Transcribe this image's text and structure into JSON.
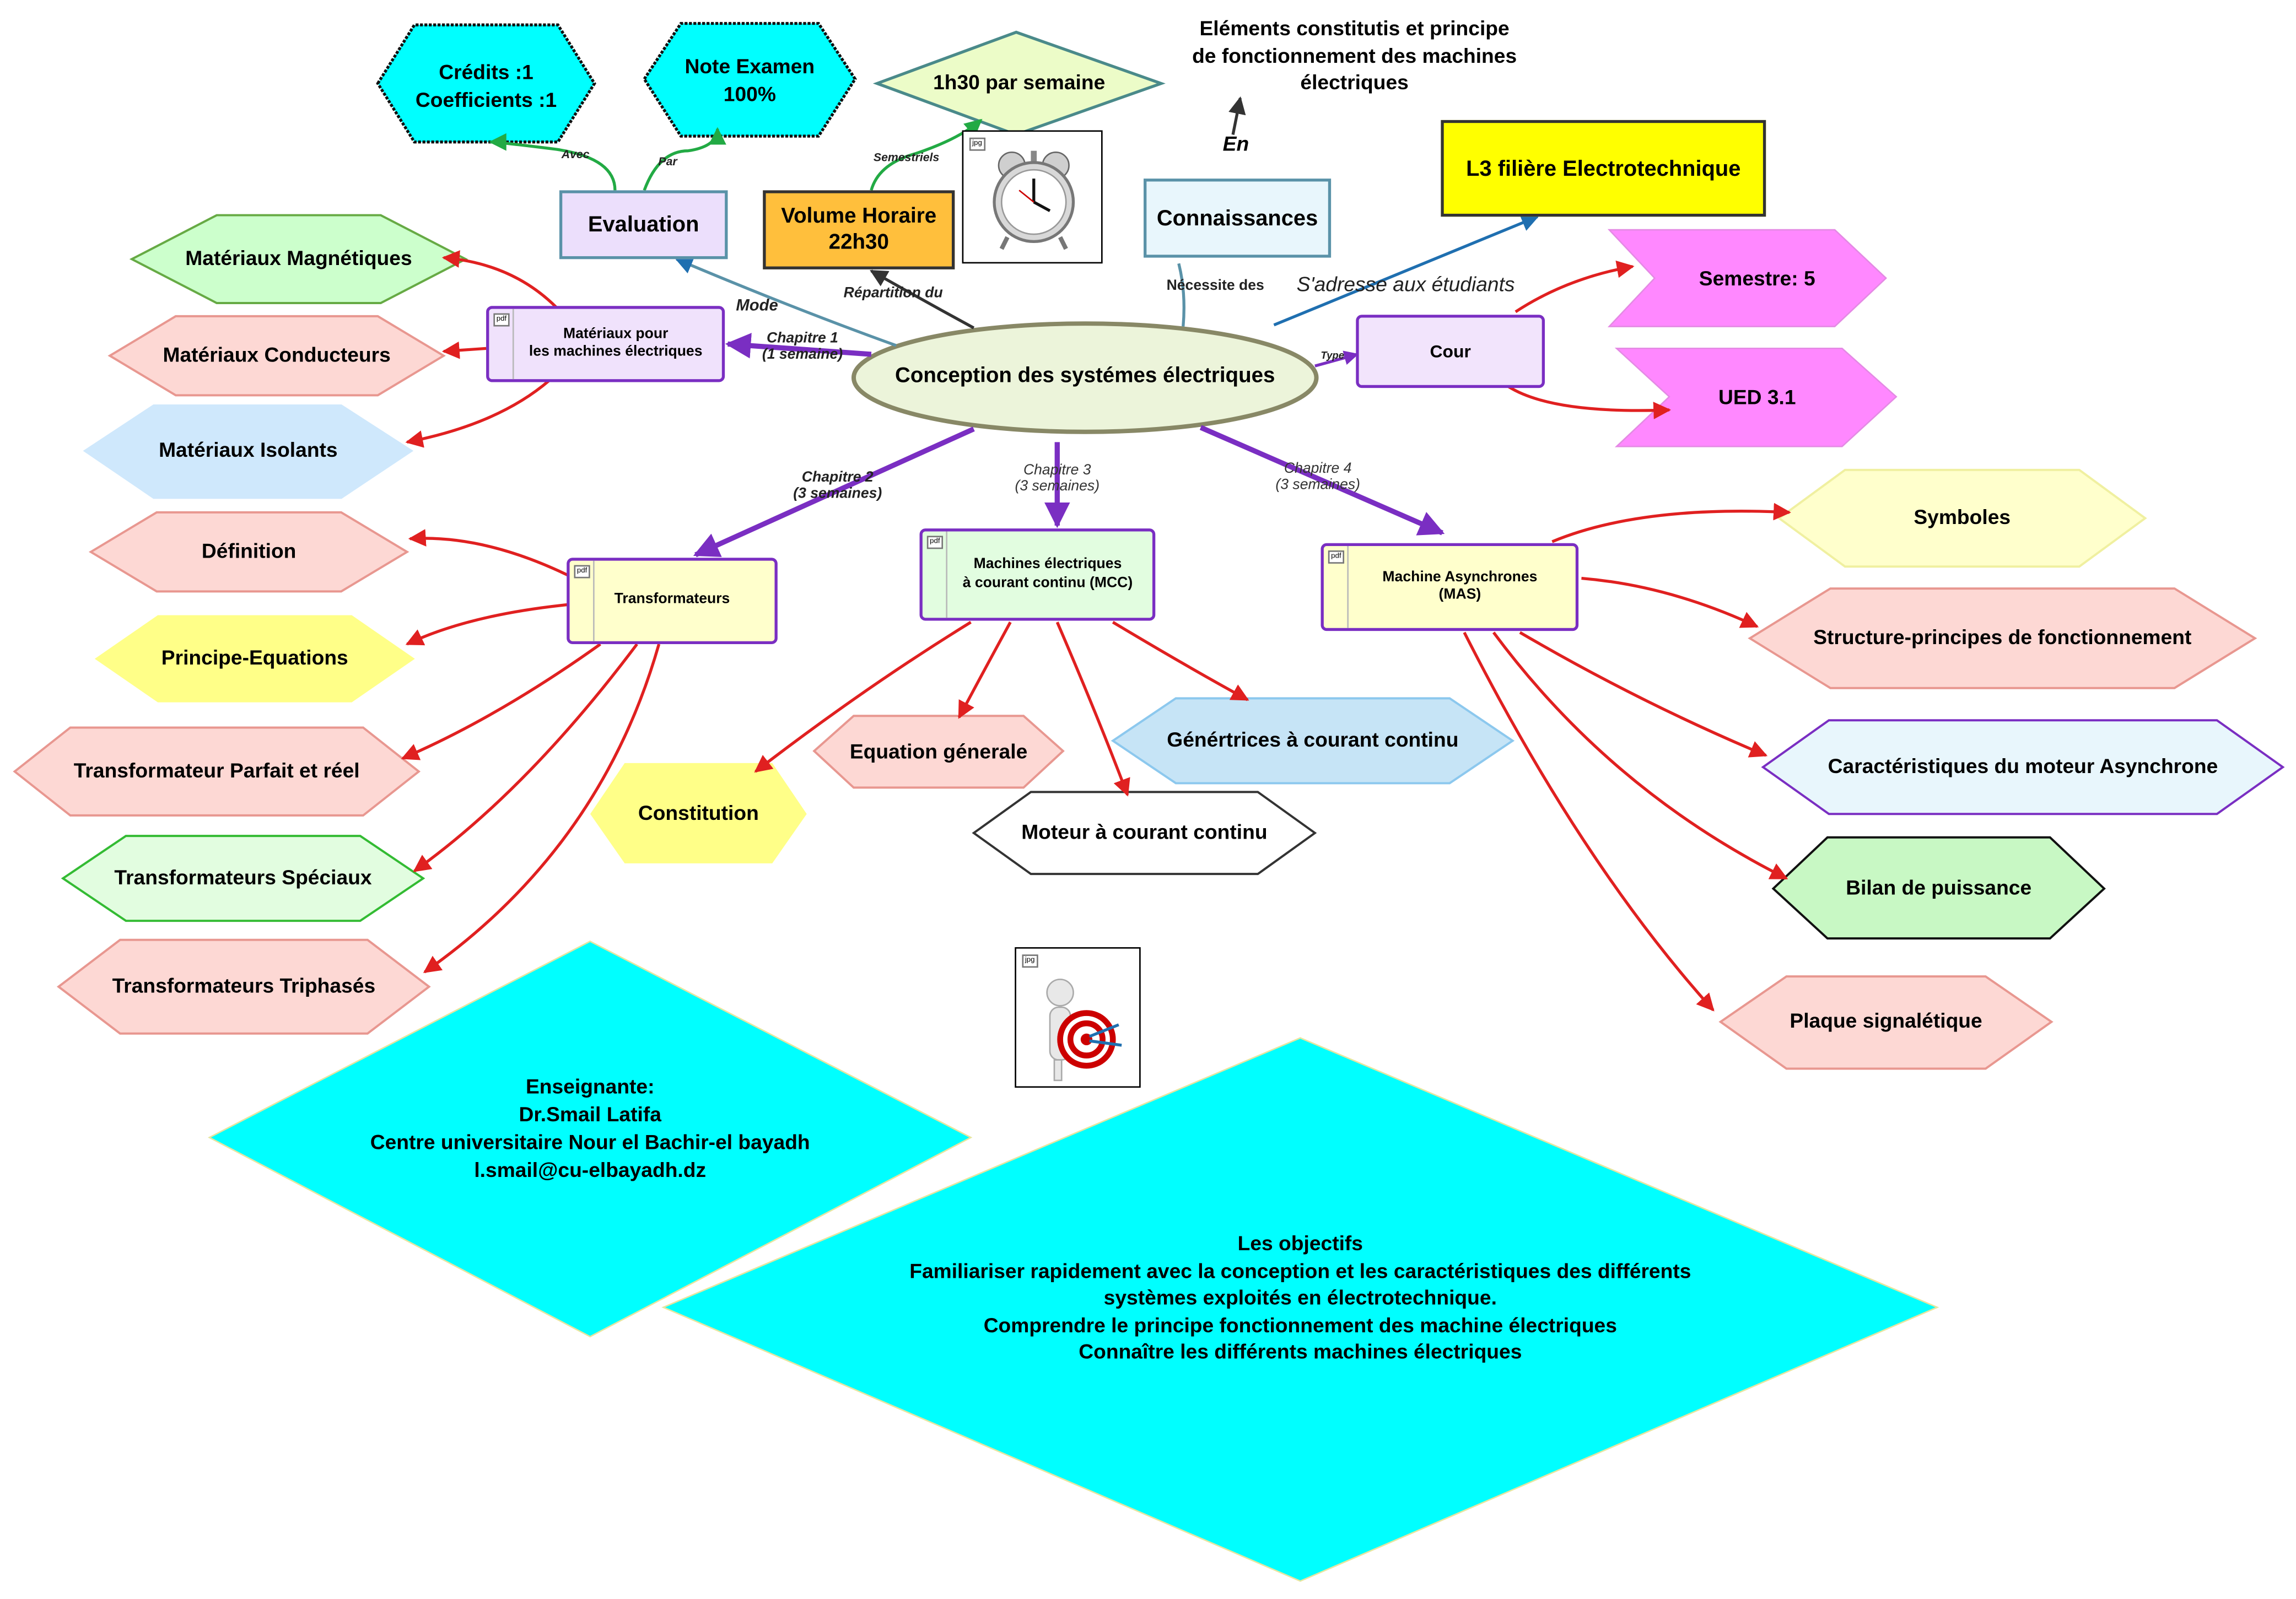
{
  "center": "Conception des systémes électriques",
  "top_text": [
    "Eléments constitutis et principe",
    "de fonctionnement des machines",
    "électriques"
  ],
  "en_label": "En",
  "connaissances": "Connaissances",
  "necessite": "Nécessite des",
  "sadresse": "S'adresse aux étudiants",
  "l3": "L3 filière Electrotechnique",
  "cour": "Cour",
  "type_label": "Type",
  "semestre": "Semestre: 5",
  "ued": "UED 3.1",
  "evaluation": "Evaluation",
  "mode_label": "Mode",
  "avec_label": "Avec",
  "par_label": "Par",
  "credits": [
    "Crédits :1",
    "Coefficients :1"
  ],
  "note_examen": [
    "Note Examen",
    "100%"
  ],
  "volume": [
    "Volume Horaire",
    "22h30"
  ],
  "repartition": "Répartition du",
  "semestriels": "Semestriels",
  "hebdo": "1h30 par semaine",
  "image_tag": "jpg",
  "concept_tag": "pdf",
  "chapters": {
    "c1": [
      "Chapitre 1",
      "(1 semaine)"
    ],
    "c2": [
      "Chapitre 2",
      "(3 semaines)"
    ],
    "c3": [
      "Chapitre 3",
      "(3 semaines)"
    ],
    "c4": [
      "Chapitre 4",
      "(3 semaines)"
    ]
  },
  "materiaux": {
    "title": [
      "Matériaux pour",
      "les machines électriques"
    ],
    "items": [
      "Matériaux Magnétiques",
      "Matériaux Conducteurs",
      "Matériaux Isolants"
    ]
  },
  "transformateurs": {
    "title": "Transformateurs",
    "items": [
      "Définition",
      "Principe-Equations",
      "Transformateur Parfait et réel",
      "Transformateurs Spéciaux",
      "Transformateurs Triphasés"
    ]
  },
  "mcc": {
    "title": [
      "Machines électriques",
      "à courant continu (MCC)"
    ],
    "items": [
      "Constitution",
      "Equation génerale",
      "Moteur à courant continu",
      "Génértrices à courant continu"
    ]
  },
  "mas": {
    "title": [
      "Machine Asynchrones",
      "(MAS)"
    ],
    "items": [
      "Symboles",
      "Structure-principes de fonctionnement",
      "Caractéristiques du moteur Asynchrone",
      "Bilan de puissance",
      "Plaque signalétique"
    ]
  },
  "enseignante": [
    "Enseignante:",
    "Dr.Smail Latifa",
    "Centre universitaire Nour el Bachir-el bayadh",
    "l.smail@cu-elbayadh.dz"
  ],
  "objectifs": [
    "Les objectifs",
    "Familiariser rapidement avec la conception et les caractéristiques des différents",
    "systèmes exploités en électrotechnique.",
    "Comprendre le principe fonctionnement des machine électriques",
    "Connaître les différents machines électriques"
  ]
}
